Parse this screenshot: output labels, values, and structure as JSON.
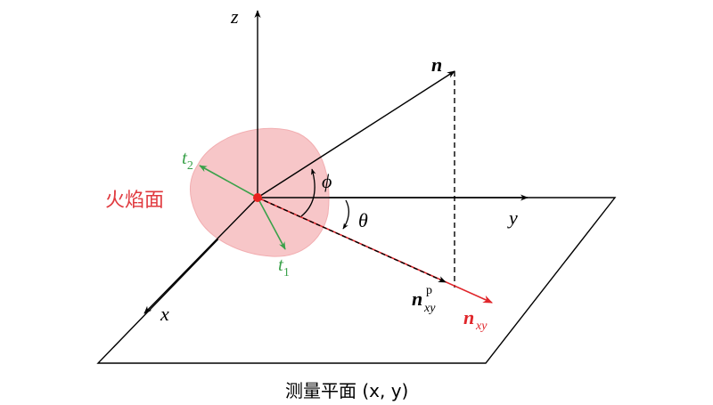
{
  "labels": {
    "z": "z",
    "y": "y",
    "x": "x",
    "n": "n",
    "phi": "ϕ",
    "theta": "θ",
    "t1_base": "t",
    "t1_sub": "1",
    "t2_base": "t",
    "t2_sub": "2",
    "flame": "火焰面",
    "nxyp_base": "n",
    "nxyp_sub": "xy",
    "nxyp_sup": "p",
    "nxy_base": "n",
    "nxy_sub": "xy",
    "plane": "测量平面 (x, y)"
  },
  "colors": {
    "axis": "#000000",
    "flame_fill": "#f7c6c8",
    "flame_text": "#e0393e",
    "origin": "#e8221f",
    "tangent": "#3aa14a",
    "nxy": "#e0262b"
  }
}
